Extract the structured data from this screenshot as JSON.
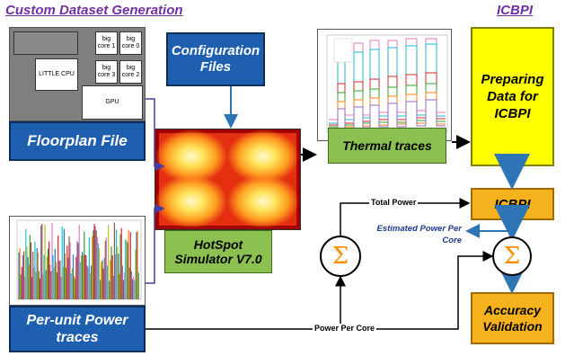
{
  "headers": {
    "left_title": "Custom Dataset Generation",
    "right_title": "ICBPI"
  },
  "floorplan": {
    "label": "Floorplan File",
    "cells": {
      "little_cpu": "LITTLE CPU",
      "big_core_1": "big core 1",
      "big_core_0": "big core 0",
      "big_core_3": "big core 3",
      "big_core_2": "big core 2",
      "gpu": "GPU"
    }
  },
  "config": {
    "label": "Configuration Files"
  },
  "hotspot": {
    "label": "HotSpot Simulator V7.0"
  },
  "thermal": {
    "label": "Thermal traces"
  },
  "power": {
    "label": "Per-unit Power traces"
  },
  "preparing": {
    "label": "Preparing Data for ICBPI"
  },
  "icbpi_box": {
    "label": "ICBPI"
  },
  "accuracy": {
    "label": "Accuracy Validation"
  },
  "edges": {
    "total_power": "Total Power",
    "estimated_power": "Estimated Power Per Core",
    "power_per_core": "Power Per Core"
  },
  "sum_symbol": "Σ",
  "colors": {
    "title_purple": "#7030a0",
    "box_blue": "#1f5fb0",
    "box_green": "#8cc152",
    "box_yellow": "#ffff00",
    "box_orange": "#f5b21c",
    "arrow_blue": "#2e75b6",
    "edge_label_blue": "#1f3c8c"
  }
}
